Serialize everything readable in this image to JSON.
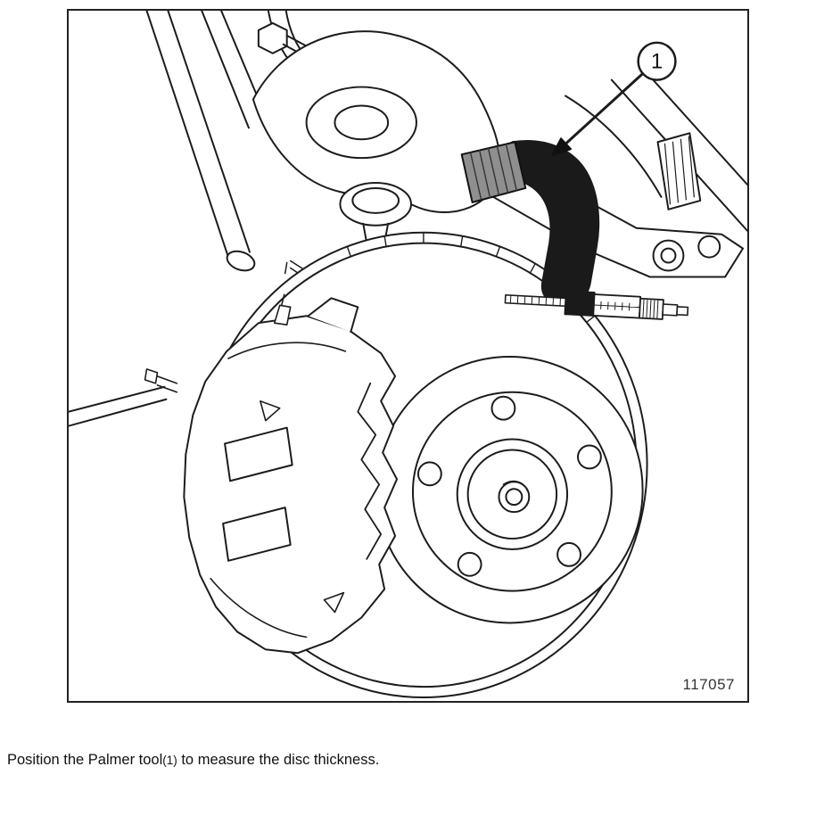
{
  "figure": {
    "number": "117057",
    "callout": {
      "label": "1"
    }
  },
  "caption": {
    "prefix": "Position the Palmer tool",
    "ref": "(1)",
    "suffix": " to measure the disc thickness."
  }
}
